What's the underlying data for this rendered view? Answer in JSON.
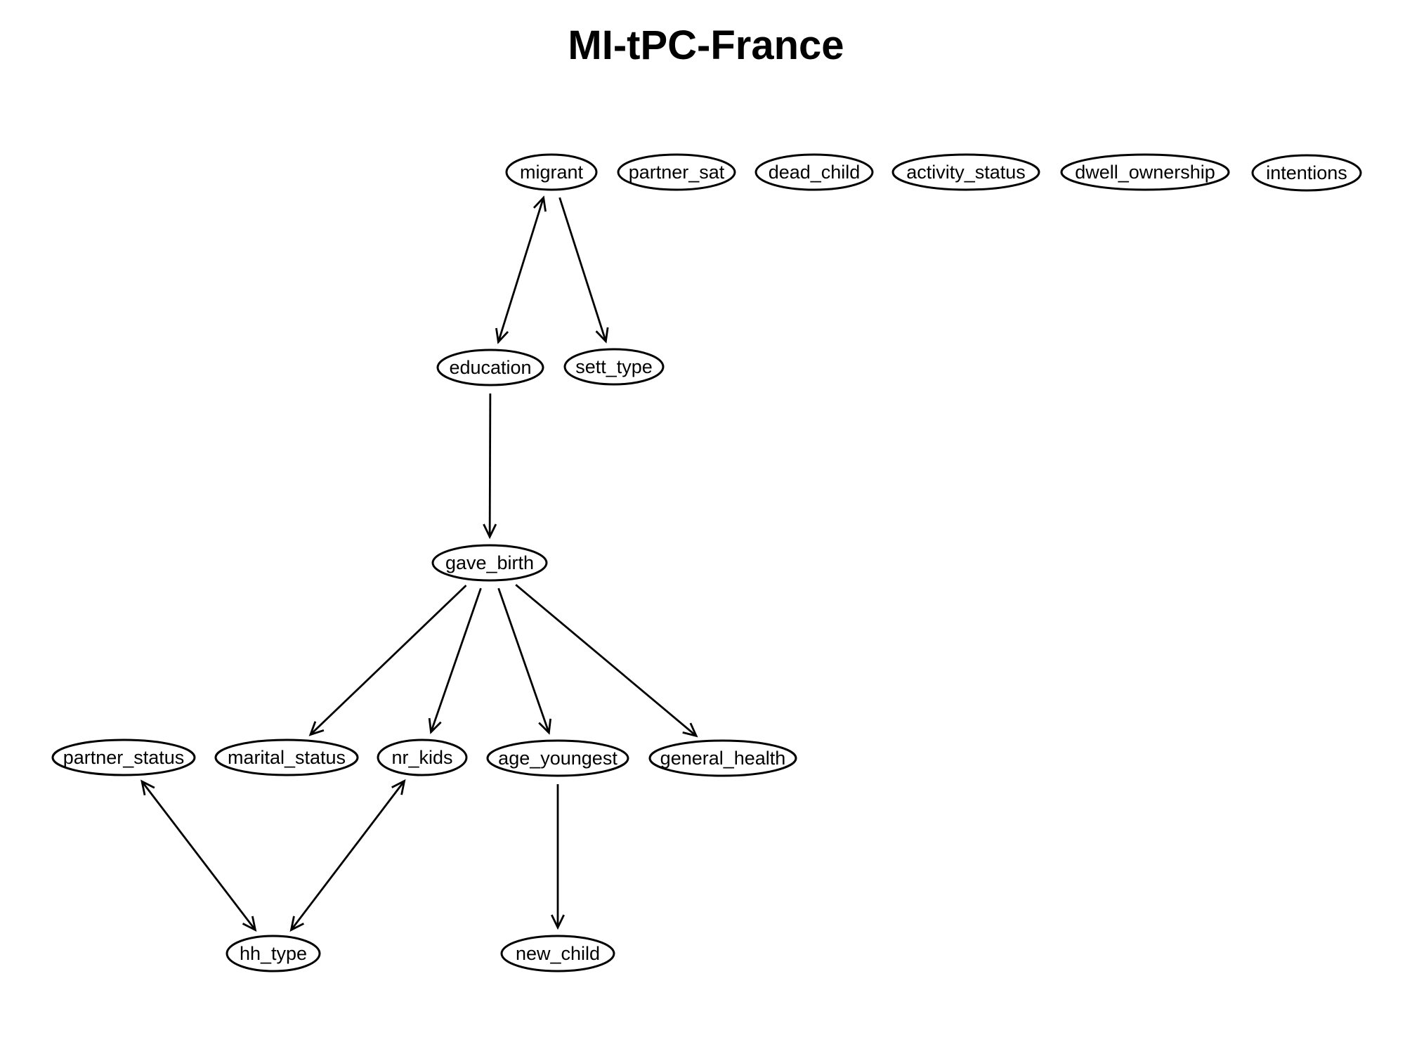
{
  "title": "MI-tPC-France",
  "nodes": [
    {
      "id": "migrant",
      "label": "migrant"
    },
    {
      "id": "partner_sat",
      "label": "partner_sat"
    },
    {
      "id": "dead_child",
      "label": "dead_child"
    },
    {
      "id": "activity_status",
      "label": "activity_status"
    },
    {
      "id": "dwell_ownership",
      "label": "dwell_ownership"
    },
    {
      "id": "intentions",
      "label": "intentions"
    },
    {
      "id": "education",
      "label": "education"
    },
    {
      "id": "sett_type",
      "label": "sett_type"
    },
    {
      "id": "gave_birth",
      "label": "gave_birth"
    },
    {
      "id": "partner_status",
      "label": "partner_status"
    },
    {
      "id": "marital_status",
      "label": "marital_status"
    },
    {
      "id": "nr_kids",
      "label": "nr_kids"
    },
    {
      "id": "age_youngest",
      "label": "age_youngest"
    },
    {
      "id": "general_health",
      "label": "general_health"
    },
    {
      "id": "hh_type",
      "label": "hh_type"
    },
    {
      "id": "new_child",
      "label": "new_child"
    }
  ],
  "edges": [
    {
      "from": "migrant",
      "to": "education",
      "type": "bidirected"
    },
    {
      "from": "migrant",
      "to": "sett_type",
      "type": "directed"
    },
    {
      "from": "education",
      "to": "gave_birth",
      "type": "directed"
    },
    {
      "from": "gave_birth",
      "to": "marital_status",
      "type": "directed"
    },
    {
      "from": "gave_birth",
      "to": "nr_kids",
      "type": "directed"
    },
    {
      "from": "gave_birth",
      "to": "age_youngest",
      "type": "directed"
    },
    {
      "from": "gave_birth",
      "to": "general_health",
      "type": "directed"
    },
    {
      "from": "partner_status",
      "to": "hh_type",
      "type": "bidirected"
    },
    {
      "from": "nr_kids",
      "to": "hh_type",
      "type": "bidirected"
    },
    {
      "from": "age_youngest",
      "to": "new_child",
      "type": "directed"
    }
  ]
}
